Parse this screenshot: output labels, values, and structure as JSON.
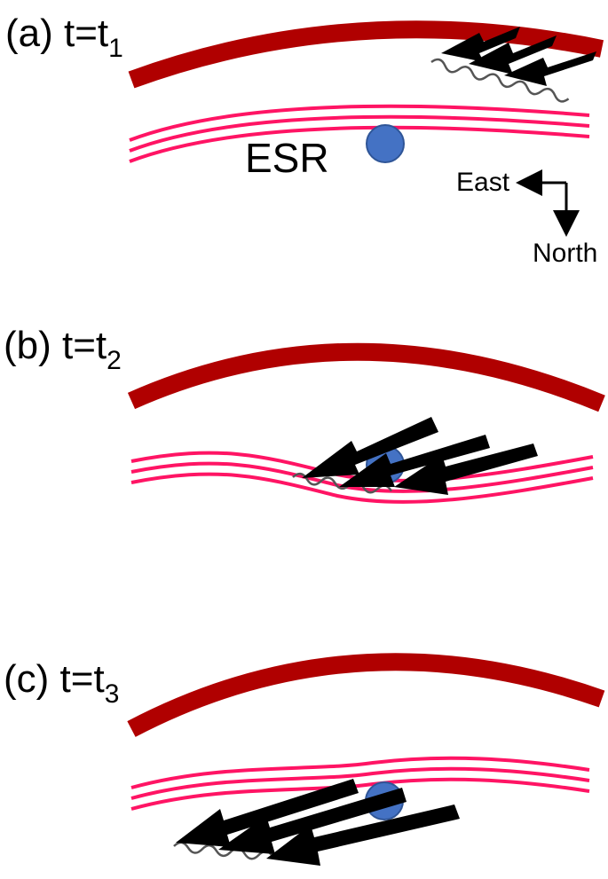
{
  "colors": {
    "dark_arc": "#b00000",
    "pink_arc": "#ff1464",
    "station": "#4472c4",
    "arrow": "#000000",
    "wave": "#555555"
  },
  "panels": [
    {
      "prefix": "(a) t=t",
      "subscript": "1"
    },
    {
      "prefix": "(b) t=t",
      "subscript": "2"
    },
    {
      "prefix": "(c) t=t",
      "subscript": "3"
    }
  ],
  "station": {
    "label": "ESR"
  },
  "compass": {
    "east_label": "East",
    "north_label": "North"
  }
}
